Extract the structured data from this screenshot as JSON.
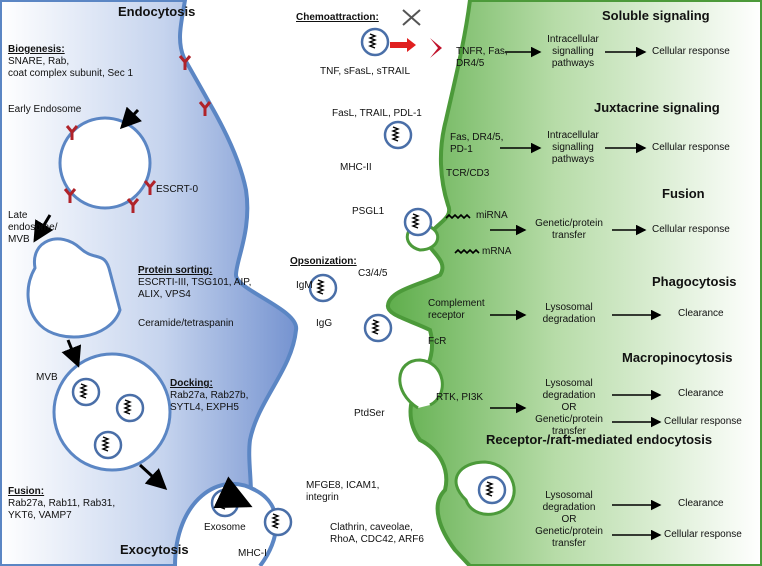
{
  "left": {
    "title_top": "Endocytosis",
    "title_bottom": "Exocytosis",
    "biogenesis_heading": "Biogenesis:",
    "biogenesis_text": [
      "SNARE, Rab,",
      "coat complex subunit, Sec 1"
    ],
    "early_endosome": "Early Endosome",
    "escrt0": "ESCRT-0",
    "late_endosome": [
      "Late",
      "endosome/",
      "MVB"
    ],
    "protein_sorting_heading": "Protein sorting:",
    "protein_sorting_text": [
      "ESCRTI-III, TSG101, AIP,",
      "ALIX, VPS4"
    ],
    "ceramide": "Ceramide/tetraspanin",
    "mvb": "MVB",
    "docking_heading": "Docking:",
    "docking_text": [
      "Rab27a, Rab27b,",
      "SYTL4, EXPH5"
    ],
    "fusion_heading": "Fusion:",
    "fusion_text": [
      "Rab27a, Rab11, Rab31,",
      "YKT6, VAMP7"
    ],
    "exosome": "Exosome"
  },
  "middle": {
    "chemoattraction_heading": "Chemoattraction:",
    "chemo_ligands": "TNF, sFasL, sTRAIL",
    "juxta_ligands": "FasL, TRAIL, PDL-1",
    "mhc2": "MHC-II",
    "psgl1": "PSGL1",
    "opsonization_heading": "Opsonization:",
    "c345": "C3/4/5",
    "igm": "IgM",
    "igg": "IgG",
    "ptdser": "PtdSer",
    "mfge8": [
      "MFGE8, ICAM1,",
      "integrin"
    ],
    "mhc1": "MHC-I"
  },
  "right": {
    "sections": [
      {
        "title": "Soluble signaling"
      },
      {
        "title": "Juxtacrine signaling"
      },
      {
        "title": "Fusion"
      },
      {
        "title": "Phagocytosis"
      },
      {
        "title": "Macropinocytosis"
      },
      {
        "title": "Receptor-/raft-mediated endocytosis"
      }
    ],
    "tnfr": [
      "TNFR, Fas,",
      "DR4/5"
    ],
    "fas": [
      "Fas, DR4/5,",
      "PD-1"
    ],
    "tcr": "TCR/CD3",
    "mirna": "miRNA",
    "mrna": "mRNA",
    "complement": [
      "Complement",
      "receptor"
    ],
    "fcr": "FcR",
    "rtk": "RTK, PI3K",
    "clathrin": [
      "Clathrin, caveolae,",
      "RhoA, CDC42, ARF6"
    ],
    "intracellular": [
      "Intracellular",
      "signalling",
      "pathways"
    ],
    "genetic_transfer": [
      "Genetic/protein",
      "transfer"
    ],
    "lysosomal": [
      "Lysosomal",
      "degradation"
    ],
    "lyso_or": [
      "Lysosomal",
      "degradation",
      "OR",
      "Genetic/protein",
      "transfer"
    ],
    "cellular_response": "Cellular response",
    "clearance": "Clearance"
  },
  "colors": {
    "blue_cell": "#7f9fd9",
    "green_cell": "#7cc36b",
    "membrane": "#5b86c4",
    "receptor_red": "#b0232a",
    "arrow_red": "#e02020"
  }
}
